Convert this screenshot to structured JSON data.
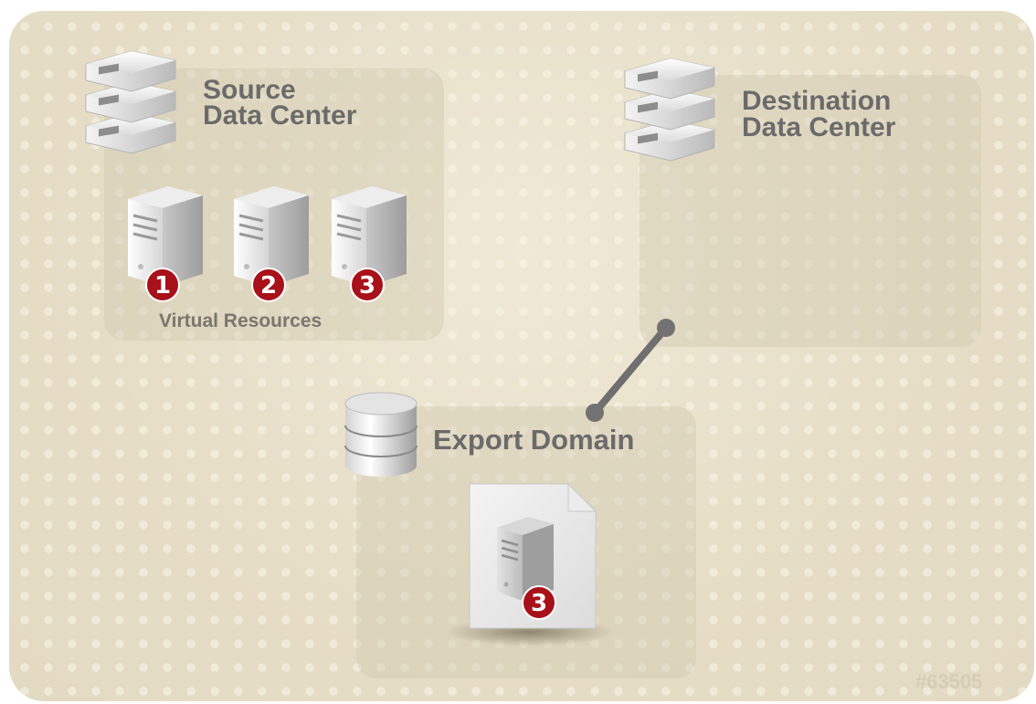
{
  "source": {
    "line1": "Source",
    "line2": "Data Center"
  },
  "destination": {
    "line1": "Destination",
    "line2": "Data Center"
  },
  "virtual_resources": {
    "label": "Virtual Resources",
    "items": [
      {
        "number": "1"
      },
      {
        "number": "2"
      },
      {
        "number": "3"
      }
    ]
  },
  "export_domain": {
    "label": "Export Domain",
    "exported_number": "3"
  },
  "watermark": "#63505",
  "colors": {
    "badge": "#a8111a",
    "background": "#e7dfc8",
    "text": "#6b6b6b",
    "connector": "#707070"
  }
}
